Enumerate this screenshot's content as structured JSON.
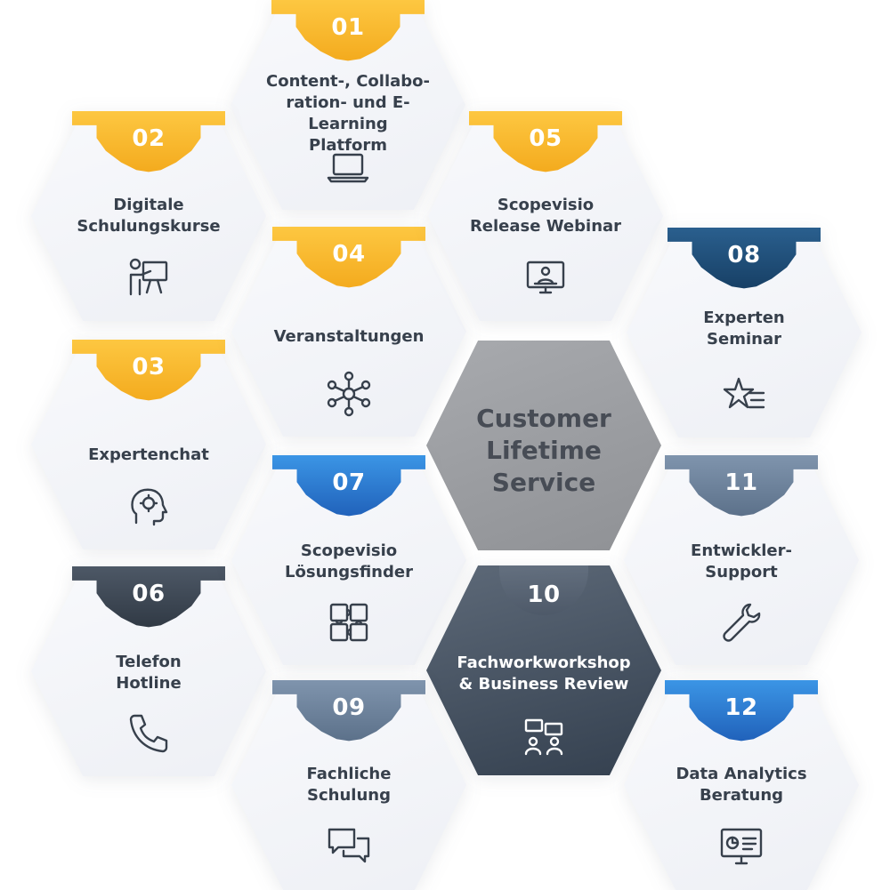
{
  "center": {
    "title": "Customer\nLifetime\nService"
  },
  "items": [
    {
      "id": "01",
      "number": "01",
      "label": "Content-, Collabo-\nration- und E-Learning\nPlatform",
      "icon": "laptop-icon",
      "color": "#f8b52a"
    },
    {
      "id": "02",
      "number": "02",
      "label": "Digitale\nSchulungskurse",
      "icon": "teacher-board-icon",
      "color": "#f8b52a"
    },
    {
      "id": "03",
      "number": "03",
      "label": "Expertenchat",
      "icon": "head-gear-icon",
      "color": "#f8b52a"
    },
    {
      "id": "04",
      "number": "04",
      "label": "Veranstaltungen",
      "icon": "network-icon",
      "color": "#f8b52a"
    },
    {
      "id": "05",
      "number": "05",
      "label": "Scopevisio\nRelease Webinar",
      "icon": "monitor-presenter-icon",
      "color": "#f8b52a"
    },
    {
      "id": "06",
      "number": "06",
      "label": "Telefon\nHotline",
      "icon": "phone-icon",
      "color": "#3a4450"
    },
    {
      "id": "07",
      "number": "07",
      "label": "Scopevisio\nLösungsfinder",
      "icon": "puzzle-hands-icon",
      "color": "#2b7ad6"
    },
    {
      "id": "08",
      "number": "08",
      "label": "Experten\nSeminar",
      "icon": "star-list-icon",
      "color": "#1d4d78"
    },
    {
      "id": "09",
      "number": "09",
      "label": "Fachliche\nSchulung",
      "icon": "chat-bubbles-icon",
      "color": "#6b819b"
    },
    {
      "id": "10",
      "number": "10",
      "label": "Fachworkworkshop\n& Business Review",
      "icon": "workshop-icon",
      "color": "#3f4a59"
    },
    {
      "id": "11",
      "number": "11",
      "label": "Entwickler-\nSupport",
      "icon": "wrench-icon",
      "color": "#6b819b"
    },
    {
      "id": "12",
      "number": "12",
      "label": "Data Analytics\nBeratung",
      "icon": "analytics-screen-icon",
      "color": "#2b7ad6"
    }
  ]
}
